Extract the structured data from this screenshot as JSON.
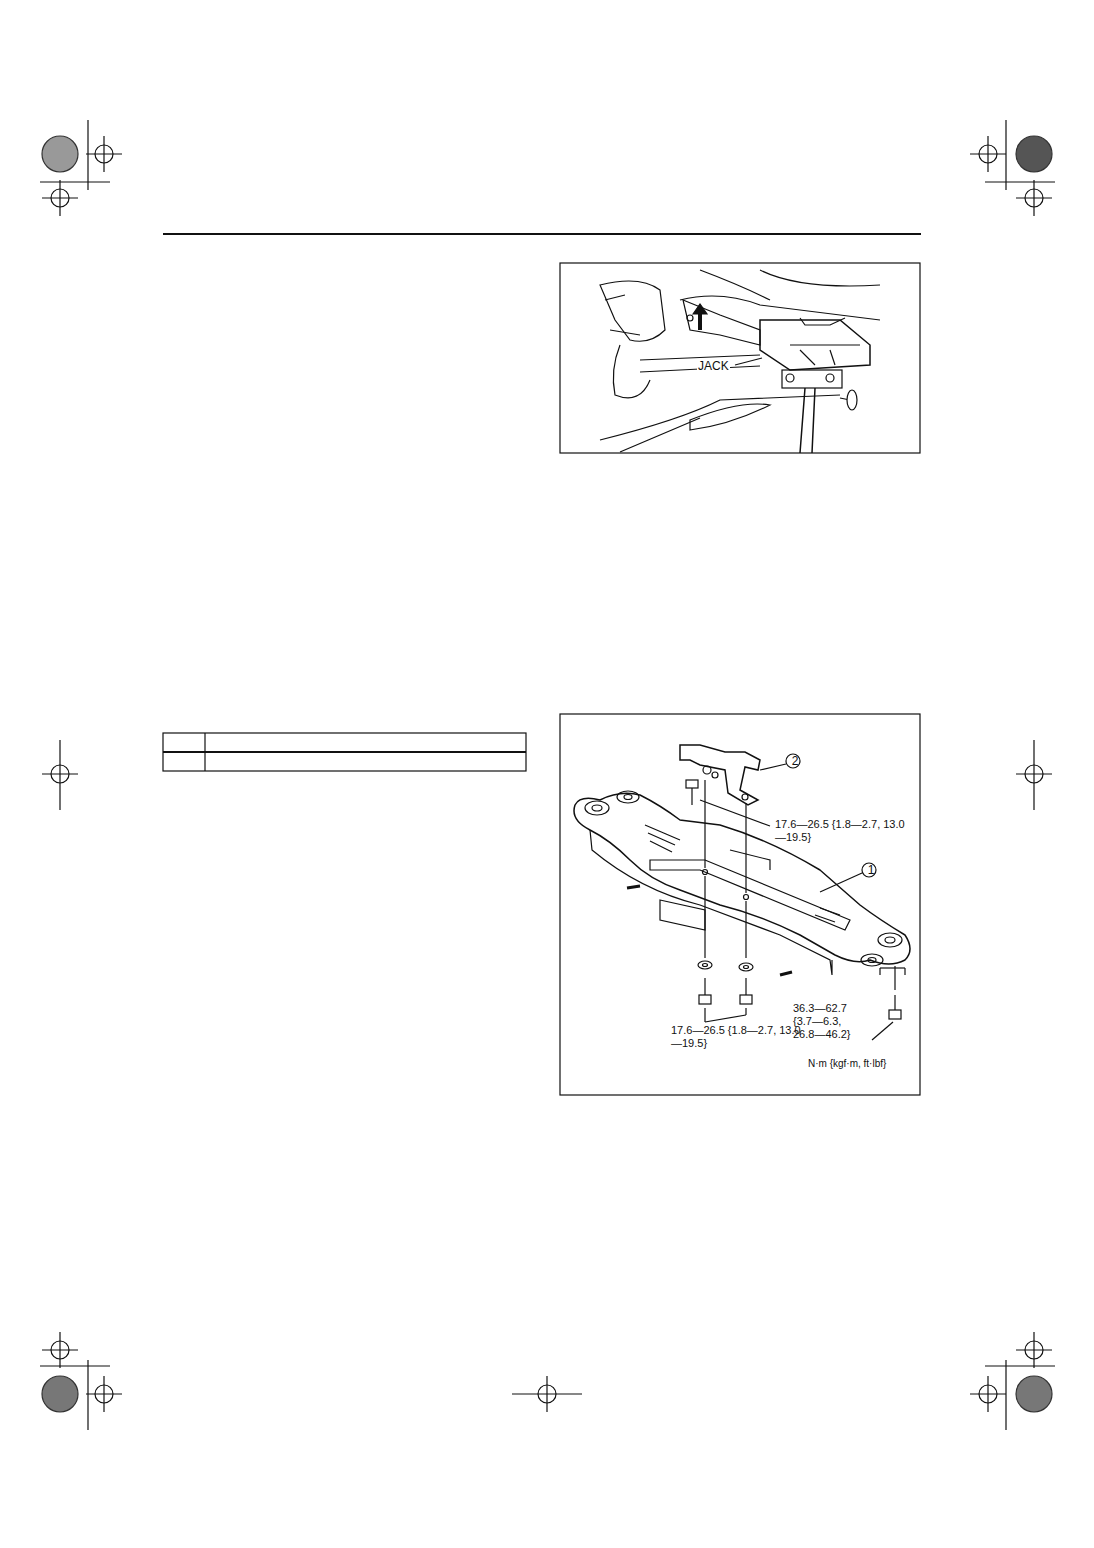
{
  "diagram": {
    "labels": [
      "JACK",
      "2",
      "17.6—26.5 {1.8—2.7, 13.0—19.5}",
      "1",
      "17.6—26.5 {1.8—2.7, 13.0—19.5}",
      "36.3—62.7 {3.7—6.3, 26.8—46.2}",
      "N·m {kgf·m, ft·lbf}"
    ]
  }
}
